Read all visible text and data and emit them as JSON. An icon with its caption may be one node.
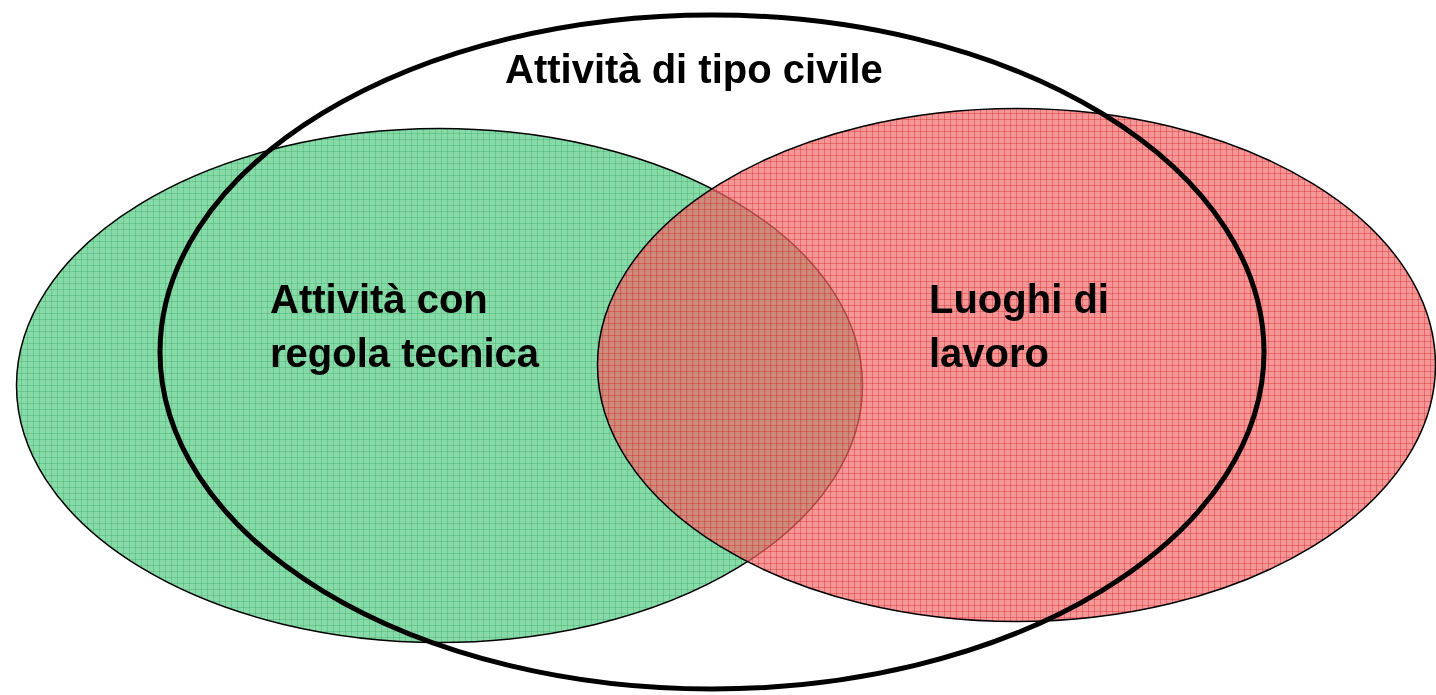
{
  "diagram": {
    "nodes": [
      {
        "text": [
          "Attività di tipo civile"
        ]
      },
      {
        "text": [
          "Attività con regola tecnica"
        ]
      },
      {
        "text": [
          "Luoghi di lavoro"
        ]
      }
    ]
  }
}
